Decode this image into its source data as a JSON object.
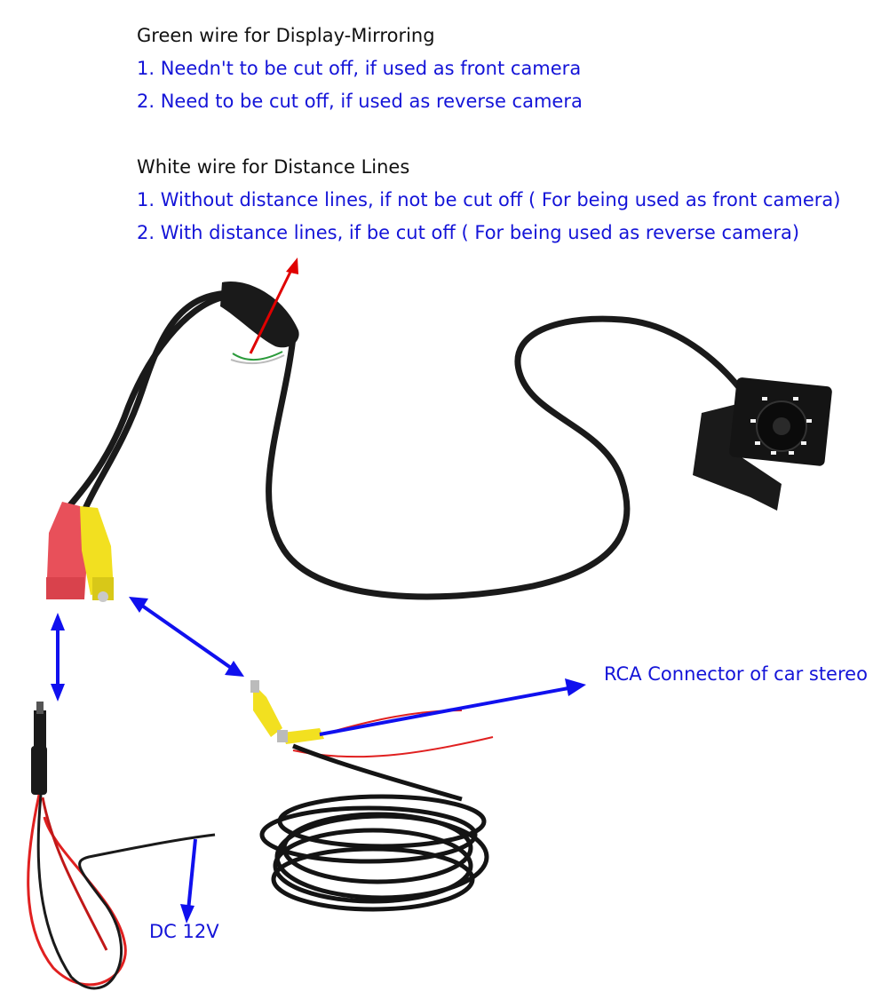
{
  "green_wire": {
    "heading": "Green wire for Display-Mirroring",
    "items": [
      "1. Needn't to be cut off, if used as front camera",
      "2. Need to be cut off, if used as reverse camera"
    ]
  },
  "white_wire": {
    "heading": "White wire for Distance Lines",
    "items": [
      "1. Without distance lines, if not be cut off ( For being used as front camera)",
      "2. With distance lines, if be cut off ( For being used as reverse camera)"
    ]
  },
  "labels": {
    "rca": "RCA Connector of car stereo",
    "dc": "DC 12V"
  },
  "colors": {
    "text_heading": "#111111",
    "text_blue": "#1414d8",
    "arrow_blue": "#1010ee",
    "arrow_red": "#e00000",
    "cable_black": "#1a1a1a",
    "rca_red": "#e8505a",
    "rca_yellow": "#f2e020",
    "wire_red": "#e02020",
    "wire_green": "#2a9a3a"
  }
}
